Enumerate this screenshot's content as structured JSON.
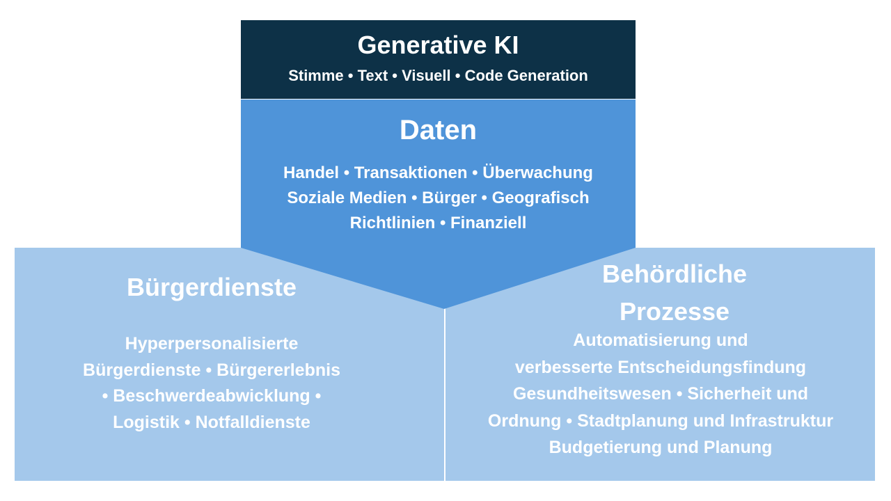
{
  "colors": {
    "top_box": "#0d3147",
    "center_box": "#4f94d9",
    "side_boxes": "#a4c8eb",
    "text": "#ffffff"
  },
  "top": {
    "title": "Generative KI",
    "subtitle": "Stimme • Text • Visuell • Code Generation"
  },
  "center": {
    "title": "Daten",
    "lines": [
      "Handel • Transaktionen • Überwachung",
      "Soziale Medien • Bürger • Geografisch",
      "Richtlinien • Finanziell"
    ]
  },
  "left": {
    "title": "Bürgerdienste",
    "lines": [
      "Hyperpersonalisierte",
      "Bürgerdienste • Bürgererlebnis",
      "• Beschwerdeabwicklung •",
      "Logistik • Notfalldienste"
    ]
  },
  "right": {
    "title_lines": [
      "Behördliche",
      "Prozesse"
    ],
    "lines": [
      "Automatisierung und",
      "verbesserte Entscheidungsfindung",
      "Gesundheitswesen • Sicherheit und",
      "Ordnung • Stadtplanung und Infrastruktur",
      "Budgetierung und Planung"
    ]
  }
}
